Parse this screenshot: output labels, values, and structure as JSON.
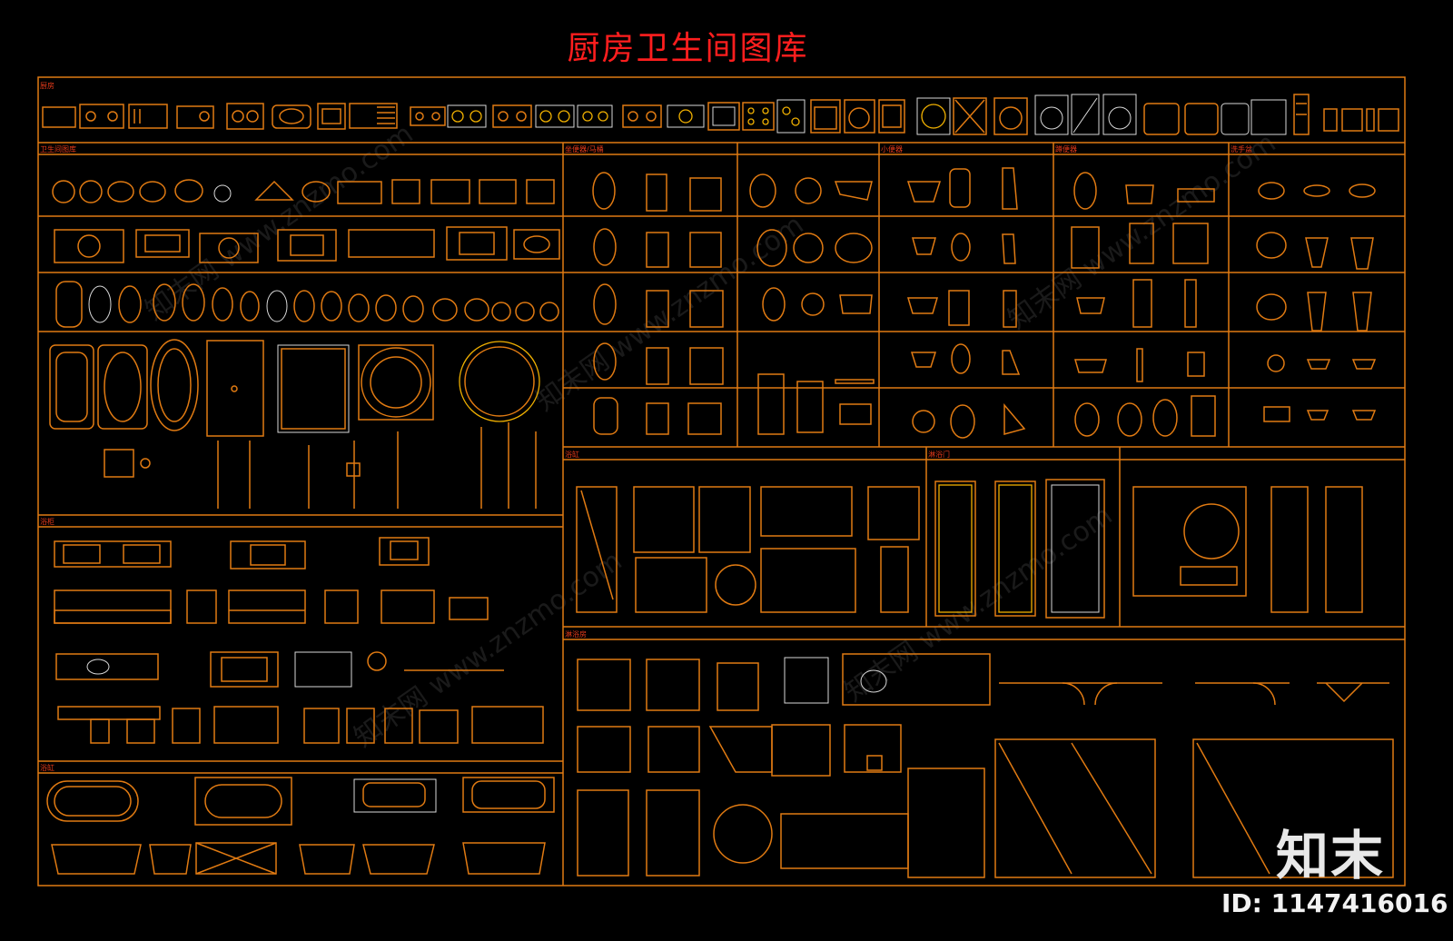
{
  "title": "厨房卫生间图库",
  "section_labels": [
    "厨房",
    "卫生间图库",
    "坐便器/马桶",
    "小便器",
    "蹲便器",
    "洗手盆",
    "浴缸",
    "淋浴门",
    "浴柜",
    "淋浴房",
    "浴缸"
  ],
  "watermark": {
    "logo": "知末",
    "id_text": "ID: 1147416016",
    "site_text": "知末网 www.znzmo.com"
  },
  "colors": {
    "background": "#000000",
    "frame": "#e07a12",
    "title": "#ff1e1e",
    "label": "#e53a1a"
  }
}
